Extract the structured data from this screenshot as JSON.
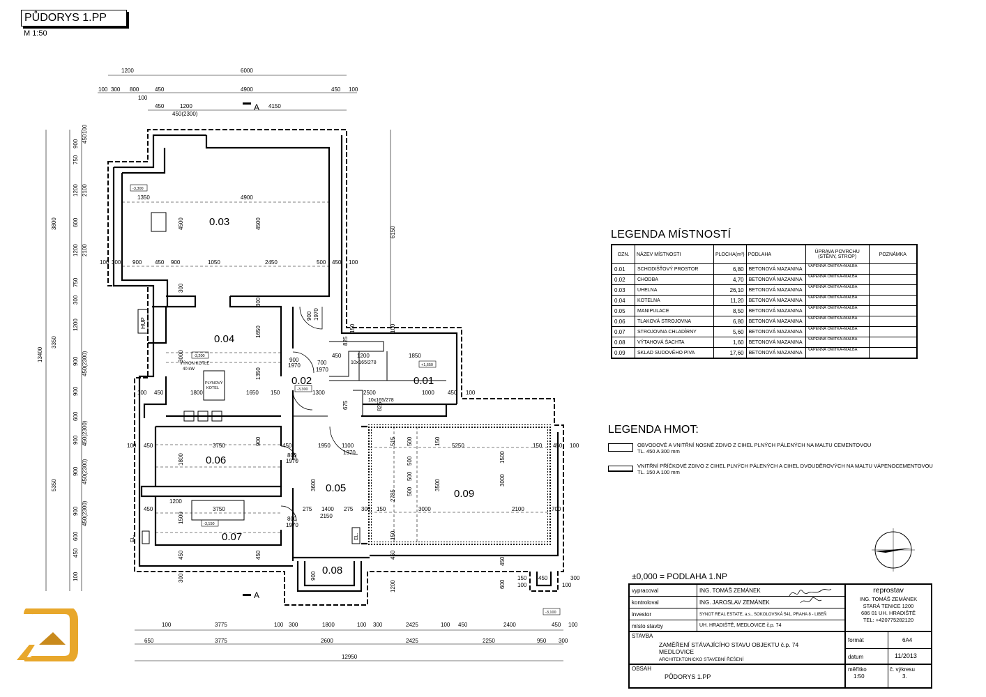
{
  "header": {
    "title": "PŮDORYS 1.PP",
    "scale": "M 1:50"
  },
  "rooms": [
    {
      "id": "0.03"
    },
    {
      "id": "0.04"
    },
    {
      "id": "0.02"
    },
    {
      "id": "0.01"
    },
    {
      "id": "0.06"
    },
    {
      "id": "0.05"
    },
    {
      "id": "0.09"
    },
    {
      "id": "0.07"
    },
    {
      "id": "0.08"
    }
  ],
  "plan_labels": {
    "hup": "HUP",
    "el1": "EL.",
    "el2": "EL.",
    "section": "A",
    "kotel_vykon": "VÝKON KOTLE",
    "kotel_kw": "40 kW",
    "plyn1": "PLYNOVÝ",
    "plyn2": "KOTEL",
    "stair1": "10x165/278",
    "stair2": "10x165/278",
    "lv_m3300": "-3,300",
    "lv_m3200": "-3,200",
    "lv_m3300b": "-3,300",
    "lv_p1650": "+1,650",
    "lv_m3150": "-3,150",
    "lv_m3100": "-3,100"
  },
  "dims_top": {
    "r1": [
      "1200",
      "6000"
    ],
    "r2": [
      "100",
      "300",
      "800",
      "450",
      "4900",
      "450",
      "100"
    ],
    "r2b": [
      "100"
    ],
    "r3": [
      "450",
      "1200",
      "450(2300)",
      "4150"
    ]
  },
  "dims_bottom": {
    "r1": [
      "100",
      "3775",
      "100",
      "300",
      "1800",
      "100",
      "300",
      "2425",
      "100",
      "450",
      "2400",
      "450",
      "100"
    ],
    "r2": [
      "650",
      "3775",
      "2600",
      "2425",
      "2250",
      "950",
      "300"
    ],
    "total": "12950"
  },
  "dims_left": {
    "outer": [
      "13400"
    ],
    "mid": [
      "3800",
      "3350",
      "5350"
    ],
    "inner": [
      "900",
      "750",
      "1200",
      "600",
      "1200",
      "750",
      "300",
      "1200",
      "900",
      "900",
      "600",
      "900",
      "900",
      "900",
      "600",
      "450",
      "100"
    ],
    "inner2": [
      "450",
      "100",
      "2100",
      "2100",
      "450(2300)",
      "450(2300)",
      "450(2300)",
      "450(2300)"
    ]
  },
  "dims_inner": {
    "d1350": "1350",
    "d4900": "4900",
    "d4500": "4500",
    "d4500b": "4500",
    "d450": "450",
    "d1050": "1050",
    "d2450": "2450",
    "d500": "500",
    "d450b": "450",
    "d100": "100",
    "d900a": "900",
    "d450c": "450",
    "d900b": "900",
    "d300": "300",
    "d100b": "100",
    "d300b": "300",
    "d1650": "1650",
    "d3000": "3000",
    "d1350b": "1350",
    "d300c": "300",
    "d900c": "900",
    "d1970": "1970",
    "d900d": "900",
    "d1970b": "1970",
    "d700": "700",
    "d1970c": "1970",
    "d100c": "100",
    "d450d": "450",
    "d1800": "1800",
    "d1650b": "1650",
    "d150": "150",
    "d1300": "1300",
    "d2500": "2500",
    "d1000": "1000",
    "d450e": "450",
    "d100d": "100",
    "d1200": "1200",
    "d1850": "1850",
    "d450f": "450",
    "d150b": "150",
    "d100e": "100",
    "d6150": "6150",
    "d100f": "100",
    "d450g": "450",
    "d3750": "3750",
    "d1800b": "1800",
    "d900e": "900",
    "d450h": "450",
    "d800": "800",
    "d1970d": "1970",
    "d1950": "1950",
    "d1100": "1100",
    "d1970e": "1970",
    "d5250": "5250",
    "d150c": "150",
    "d450i": "450",
    "d100g": "100",
    "d1500": "1500",
    "d3000b": "3000",
    "d3600": "3600",
    "d1200b": "1200",
    "d3750b": "3750",
    "d450j": "450",
    "d1500b": "1500",
    "d275": "275",
    "d1400": "1400",
    "d275b": "275",
    "d300d": "300",
    "d150d": "150",
    "d3000c": "3000",
    "d2100": "2100",
    "d700b": "700",
    "d2150": "2150",
    "d800b": "800",
    "d1970f": "1970",
    "d450k": "450",
    "d900f": "900",
    "d150e": "150",
    "d450l": "450",
    "d450m": "450",
    "d450n": "450",
    "d300e": "300",
    "d100h": "100",
    "d100i": "100",
    "d600": "600",
    "d100j": "100",
    "d1200c": "1200",
    "d3500": "3500",
    "d2785": "2785",
    "d500a": "500",
    "d500b": "500",
    "d500c": "500",
    "d515": "515",
    "d500d": "500",
    "d1300b": "1300",
    "d900g": "900",
    "d825": "825",
    "d825b": "825",
    "d675": "675",
    "d150f": "150",
    "d300f": "300"
  },
  "legend_rooms": {
    "title": "LEGENDA MÍSTNOSTÍ",
    "headers": [
      "OZN.",
      "NÁZEV MÍSTNOSTI",
      "PLOCHA(m²)",
      "PODLAHA",
      "ÚPRAVA POVRCHU (STĚNY, STROP)",
      "POZNÁMKA"
    ],
    "rows": [
      [
        "0.01",
        "SCHODIŠŤOVÝ PROSTOR",
        "6,80",
        "BETONOVÁ MAZANINA",
        "VÁPENNÁ OMÍTKA+MALBA",
        ""
      ],
      [
        "0.02",
        "CHODBA",
        "4,70",
        "BETONOVÁ MAZANINA",
        "VÁPENNÁ OMÍTKA+MALBA",
        ""
      ],
      [
        "0.03",
        "UHELNA",
        "26,10",
        "BETONOVÁ MAZANINA",
        "VÁPENNÁ OMÍTKA+MALBA",
        ""
      ],
      [
        "0.04",
        "KOTELNA",
        "11,20",
        "BETONOVÁ MAZANINA",
        "VÁPENNÁ OMÍTKA+MALBA",
        ""
      ],
      [
        "0.05",
        "MANIPULACE",
        "8,50",
        "BETONOVÁ MAZANINA",
        "VÁPENNÁ OMÍTKA+MALBA",
        ""
      ],
      [
        "0.06",
        "TLAKOVÁ STROJOVNA",
        "6,80",
        "BETONOVÁ MAZANINA",
        "VÁPENNÁ OMÍTKA+MALBA",
        ""
      ],
      [
        "0.07",
        "STROJOVNA CHLADÍRNY",
        "5,60",
        "BETONOVÁ MAZANINA",
        "VÁPENNÁ OMÍTKA+MALBA",
        ""
      ],
      [
        "0.08",
        "VÝTAHOVÁ ŠACHTA",
        "1,60",
        "BETONOVÁ MAZANINA",
        "VÁPENNÁ OMÍTKA+MALBA",
        ""
      ],
      [
        "0.09",
        "SKLAD SUDOVÉHO PIVA",
        "17,60",
        "BETONOVÁ MAZANINA",
        "VÁPENNÁ OMÍTKA+MALBA",
        ""
      ]
    ]
  },
  "legend_mass": {
    "title": "LEGENDA HMOT:",
    "items": [
      {
        "l1": "OBVODOVÉ A VNITŘNÍ NOSNÉ ZDIVO Z CIHEL PLNÝCH PÁLENÝCH NA MALTU CEMENTOVOU",
        "l2": "TL. 450 A 300 mm"
      },
      {
        "l1": "VNITŘNÍ PŘÍČKOVÉ ZDIVO Z CIHEL PLNÝCH PÁLENÝCH A CIHEL DVOUDĚROVÝCH NA MALTU VÁPENOCEMENTOVOU",
        "l2": "TL. 150 A 100 mm"
      }
    ]
  },
  "zero_level": "±0,000 = PODLAHA 1.NP",
  "title_block": {
    "vypracoval_label": "vypracoval",
    "vypracoval": "ING. TOMÁŠ ZEMÁNEK",
    "kontroloval_label": "kontroloval",
    "kontroloval": "ING. JAROSLAV ZEMÁNEK",
    "investor_label": "investor",
    "investor": "SYNOT REAL ESTATE, a.s., SOKOLOVSKÁ 541, PRAHA 8 - LIBEŇ",
    "misto_label": "místo stavby",
    "misto": "UH. HRADIŠTĚ, MEDLOVICE č.p. 74",
    "stavba_label": "STAVBA",
    "stavba1": "ZAMĚŘENÍ STÁVAJÍCÍHO STAVU OBJEKTU č.p. 74",
    "stavba2": "MEDLOVICE",
    "stavba3": "ARCHITEKTONICKO STAVEBNÍ ŘEŠENÍ",
    "obsah_label": "OBSAH",
    "obsah": "PŮDORYS 1.PP",
    "firm": "reprostav",
    "firm_l1": "ING. TOMÁŠ ZEMÁNEK",
    "firm_l2": "STARÁ TENICE 1200",
    "firm_l3": "686 01 UH. HRADIŠTĚ",
    "firm_l4": "TEL: +420775282120",
    "format_label": "formát",
    "format": "6A4",
    "datum_label": "datum",
    "datum": "11/2013",
    "meritko_label": "měřítko",
    "meritko": "1:50",
    "cislo_label": "č. výkresu",
    "cislo": "3."
  },
  "colors": {
    "logo_gold": "#e8a72b",
    "logo_dark": "#c98a1c"
  }
}
